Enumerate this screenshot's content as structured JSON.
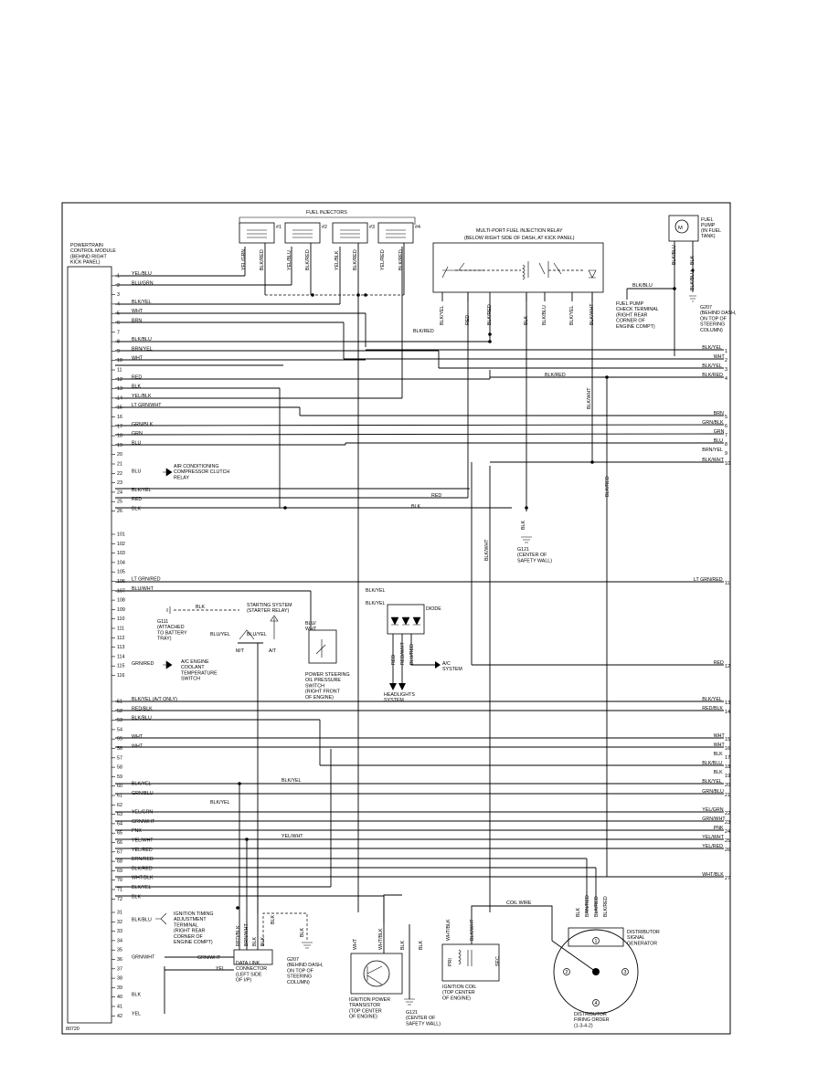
{
  "pcm": {
    "title": [
      "POWERTRAIN",
      "CONTROL MODULE",
      "(BEHIND RIGHT",
      "KICK PANEL)"
    ],
    "pins": [
      {
        "n": "1",
        "w": "YEL/BLU"
      },
      {
        "n": "2",
        "w": "BLU/GRN"
      },
      {
        "n": "3",
        "w": ""
      },
      {
        "n": "4",
        "w": "BLK/YEL"
      },
      {
        "n": "5",
        "w": "WHT"
      },
      {
        "n": "6",
        "w": "BRN"
      },
      {
        "n": "7",
        "w": ""
      },
      {
        "n": "8",
        "w": "BLK/BLU"
      },
      {
        "n": "9",
        "w": "BRN/YEL"
      },
      {
        "n": "10",
        "w": "WHT"
      },
      {
        "n": "11",
        "w": ""
      },
      {
        "n": "12",
        "w": "RED"
      },
      {
        "n": "13",
        "w": "BLK"
      },
      {
        "n": "14",
        "w": "YEL/BLK"
      },
      {
        "n": "15",
        "w": "LT GRN/WHT"
      },
      {
        "n": "16",
        "w": ""
      },
      {
        "n": "17",
        "w": "GRN/BLK"
      },
      {
        "n": "18",
        "w": "GRN"
      },
      {
        "n": "19",
        "w": "BLU"
      },
      {
        "n": "20",
        "w": ""
      },
      {
        "n": "21",
        "w": ""
      },
      {
        "n": "22",
        "w": "BLU"
      },
      {
        "n": "23",
        "w": ""
      },
      {
        "n": "24",
        "w": "BLK/YEL"
      },
      {
        "n": "25",
        "w": "RED"
      },
      {
        "n": "26",
        "w": "BLK"
      },
      {
        "n": "101",
        "w": ""
      },
      {
        "n": "102",
        "w": ""
      },
      {
        "n": "103",
        "w": ""
      },
      {
        "n": "104",
        "w": ""
      },
      {
        "n": "105",
        "w": ""
      },
      {
        "n": "106",
        "w": "LT GRN/RED"
      },
      {
        "n": "107",
        "w": "BLU/WHT"
      },
      {
        "n": "108",
        "w": ""
      },
      {
        "n": "109",
        "w": ""
      },
      {
        "n": "110",
        "w": ""
      },
      {
        "n": "111",
        "w": ""
      },
      {
        "n": "112",
        "w": ""
      },
      {
        "n": "113",
        "w": ""
      },
      {
        "n": "114",
        "w": ""
      },
      {
        "n": "115",
        "w": "GRN/RED"
      },
      {
        "n": "116",
        "w": ""
      },
      {
        "n": "51",
        "w": "BLK/YEL (A/T ONLY)"
      },
      {
        "n": "52",
        "w": "RED/BLK"
      },
      {
        "n": "53",
        "w": "BLK/BLU"
      },
      {
        "n": "54",
        "w": ""
      },
      {
        "n": "55",
        "w": "WHT"
      },
      {
        "n": "56",
        "w": "WHT"
      },
      {
        "n": "57",
        "w": ""
      },
      {
        "n": "58",
        "w": ""
      },
      {
        "n": "59",
        "w": ""
      },
      {
        "n": "60",
        "w": "BLK/YEL"
      },
      {
        "n": "61",
        "w": "GRN/BLU"
      },
      {
        "n": "62",
        "w": ""
      },
      {
        "n": "63",
        "w": "YEL/GRN"
      },
      {
        "n": "64",
        "w": "GRN/WHT"
      },
      {
        "n": "65",
        "w": "PNK"
      },
      {
        "n": "66",
        "w": "YEL/WHT"
      },
      {
        "n": "67",
        "w": "YEL/RED"
      },
      {
        "n": "68",
        "w": "BRN/RED"
      },
      {
        "n": "69",
        "w": "BLK/RED"
      },
      {
        "n": "70",
        "w": "WHT/BLK"
      },
      {
        "n": "71",
        "w": "BLK/YEL"
      },
      {
        "n": "72",
        "w": "BLK"
      },
      {
        "n": "31",
        "w": ""
      },
      {
        "n": "32",
        "w": "BLK/BLU"
      },
      {
        "n": "33",
        "w": ""
      },
      {
        "n": "34",
        "w": ""
      },
      {
        "n": "35",
        "w": ""
      },
      {
        "n": "36",
        "w": "GRN/WHT"
      },
      {
        "n": "37",
        "w": ""
      },
      {
        "n": "38",
        "w": ""
      },
      {
        "n": "39",
        "w": ""
      },
      {
        "n": "40",
        "w": "BLK"
      },
      {
        "n": "41",
        "w": ""
      },
      {
        "n": "42",
        "w": "YEL"
      }
    ]
  },
  "right_edge": [
    {
      "w": "BLK/YEL",
      "n": "1"
    },
    {
      "w": "WHT",
      "n": "2"
    },
    {
      "w": "BLK/YEL",
      "n": "3"
    },
    {
      "w": "BLK/RED",
      "n": "4"
    },
    {
      "w": "BRN",
      "n": "5"
    },
    {
      "w": "GRN/BLK",
      "n": "6"
    },
    {
      "w": "GRN",
      "n": "7"
    },
    {
      "w": "BLU",
      "n": "8"
    },
    {
      "w": "BRN/YEL",
      "n": "9"
    },
    {
      "w": "BLK/WHT",
      "n": "10"
    },
    {
      "w": "LT GRN/RED",
      "n": "11"
    },
    {
      "w": "RED",
      "n": "12"
    },
    {
      "w": "BLK/YEL",
      "n": "13"
    },
    {
      "w": "RED/BLK",
      "n": "14"
    },
    {
      "w": "WHT",
      "n": "15"
    },
    {
      "w": "WHT",
      "n": "16"
    },
    {
      "w": "BLK",
      "n": "17"
    },
    {
      "w": "BLK/BLU",
      "n": "18"
    },
    {
      "w": "BLK",
      "n": "19"
    },
    {
      "w": "BLK/YEL",
      "n": "20"
    },
    {
      "w": "GRN/BLU",
      "n": "21"
    },
    {
      "w": "YEL/GRN",
      "n": "22"
    },
    {
      "w": "GRN/WHT",
      "n": "23"
    },
    {
      "w": "PNK",
      "n": "24"
    },
    {
      "w": "YEL/WHT",
      "n": "25"
    },
    {
      "w": "YEL/RED",
      "n": "26"
    },
    {
      "w": "WHT/BLK",
      "n": "27"
    }
  ],
  "labels": {
    "fuel_injectors": "FUEL INJECTORS",
    "inj1": "#1",
    "inj2": "#2",
    "inj3": "#3",
    "inj4": "#4",
    "inj_wires": [
      "YEL/GRN",
      "BLK/RED",
      "YEL/BLU",
      "BLK/RED",
      "YEL/BLK",
      "BLK/RED",
      "YEL/RED",
      "BLK/RED"
    ],
    "mpfi_relay": [
      "MULTI-PORT FUEL INJECTION RELAY",
      "(BELOW RIGHT SIDE OF DASH, AT KICK PANEL)"
    ],
    "relay_wires": [
      "BLK/YEL",
      "RED",
      "BLK/RED",
      "BLK",
      "BLK/BLU",
      "BLK/YEL",
      "BLK/WHT"
    ],
    "fuel_pump": [
      "FUEL",
      "PUMP",
      "(IN FUEL",
      "TANK)"
    ],
    "fuel_pump_wires": [
      "BLK/BLU",
      "BLK",
      "BLK/BLU"
    ],
    "fuel_pump_check": [
      "FUEL PUMP",
      "CHECK TERMINAL",
      "(RIGHT REAR",
      "CORNER OF",
      "ENGINE COMPT)"
    ],
    "g207_top": [
      "G207",
      "(BEHIND DASH,",
      "ON TOP OF",
      "STEERING",
      "COLUMN)"
    ],
    "blk_red_mid": "BLK/RED",
    "blk_wht_vert": "BLK/WHT",
    "blk_red_vert": "BLK/RED",
    "blk_wht_vert2": "BLK/WHT",
    "red_junction": "RED",
    "blk_junction": "BLK",
    "g121_mid": [
      "G121",
      "(CENTER OF",
      "SAFETY WALL)"
    ],
    "blk_g121": "BLK",
    "ac_clutch": [
      "AIR CONDITIONING",
      "COMPRESSOR CLUTCH",
      "RELAY"
    ],
    "starting_system": [
      "STARTING SYSTEM",
      "(STARTER RELAY)"
    ],
    "g111": [
      "G111",
      "(ATTACHED",
      "TO BATTERY",
      "TRAY)"
    ],
    "blk_g111": "BLK",
    "blu_yel_st": "BLU/YEL",
    "blu_yel_st2": "BLU/YEL",
    "mt": "M/T",
    "at": "A/T",
    "ps_switch_wire": [
      "BLU/",
      "WHT"
    ],
    "ps_switch": [
      "POWER STEERING",
      "OIL PRESSURE",
      "SWITCH",
      "(RIGHT FRONT",
      "OF ENGINE)"
    ],
    "ac_coolant": [
      "A/C ENGINE",
      "COOLANT",
      "TEMPERATURE",
      "SWITCH"
    ],
    "diode": "DIODE",
    "diode_wires_in": [
      "BLK/YEL",
      "BLK/YEL"
    ],
    "diode_wires_out": [
      "RED",
      "RED/WHT",
      "BLU/RED"
    ],
    "headlights": [
      "HEADLIGHTS",
      "SYSTEM"
    ],
    "ac_system": [
      "A/C",
      "SYSTEM"
    ],
    "blk_yel_60": "BLK/YEL",
    "blk_yel_62": "BLK/YEL",
    "yel_wht_66": "YEL/WHT",
    "ign_timing": [
      "IGNITION TIMING",
      "ADJUSTMENT",
      "TERMINAL",
      "(RIGHT REAR",
      "CORNER OF",
      "ENGINE COMPT)"
    ],
    "dlc_wires": [
      "RED/BLK",
      "BRN/WHT",
      "BLK",
      "BLK"
    ],
    "dlc_grn_wht": "GRN/WHT",
    "dlc_yel": "YEL",
    "dlc": [
      "DATA LINK",
      "CONNECTOR",
      "(LEFT SIDE",
      "OF I/P)"
    ],
    "g207_bottom": [
      "G207",
      "(BEHIND DASH,",
      "ON TOP OF",
      "STEERING",
      "COLUMN)"
    ],
    "g207_bottom_wires": [
      "BLK",
      "BLK"
    ],
    "ign_transistor_wires": [
      "WHT",
      "WHT/BLK",
      "BLK",
      "BLK"
    ],
    "ign_transistor": [
      "IGNITION POWER",
      "TRANSISTOR",
      "(TOP CENTER",
      "OF ENGINE)"
    ],
    "g121_bottom": [
      "G121",
      "(CENTER OF",
      "SAFETY WALL)"
    ],
    "ign_coil_wires": [
      "WHT/BLK",
      "BLK/WHT"
    ],
    "ign_coil_pri": "PRI",
    "ign_coil_sec": "SEC",
    "ign_coil": [
      "IGNITION COIL",
      "(TOP CENTER",
      "OF ENGINE)"
    ],
    "coil_wire": "COIL WIRE",
    "dist_wires": [
      "BLK",
      "BRN/RED",
      "BLK/RED",
      "BLK/RED"
    ],
    "dist_signal": [
      "DISTRIBUTOR",
      "SIGNAL",
      "GENERATOR"
    ],
    "dist_order": [
      "DISTRIBUTOR",
      "FIRING ORDER",
      "(1-3-4-2)"
    ],
    "dist_nums": [
      "1",
      "2",
      "3",
      "4"
    ],
    "figure_code": "80720"
  }
}
